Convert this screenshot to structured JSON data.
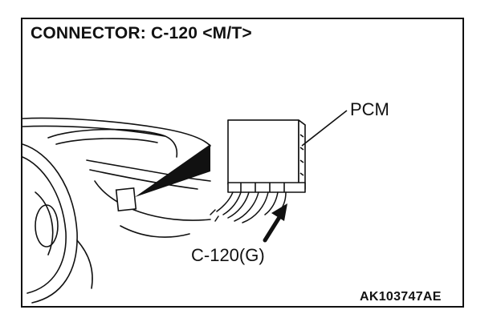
{
  "diagram": {
    "title": "CONNECTOR: C-120 <M/T>",
    "labels": {
      "pcm": "PCM",
      "connector": "C-120(G)"
    },
    "figure_id": "AK103747AE"
  },
  "colors": {
    "ink": "#111111",
    "background": "#ffffff"
  }
}
